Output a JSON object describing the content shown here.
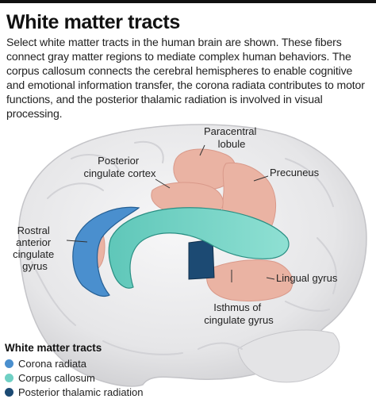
{
  "title": "White matter tracts",
  "caption": "Select white matter tracts in the human brain are shown. These fibers connect gray matter regions to mediate complex human behaviors. The corpus callosum connects the cerebral hemispheres to enable cognitive and emotional information transfer, the corona radiata contributes to motor functions, and the posterior thalamic radiation is involved in visual processing.",
  "labels": {
    "paracentral": [
      "Paracentral",
      "lobule"
    ],
    "posterior_cingulate": [
      "Posterior",
      "cingulate cortex"
    ],
    "precuneus": [
      "Precuneus"
    ],
    "rostral": [
      "Rostral",
      "anterior",
      "cingulate",
      "gyrus"
    ],
    "lingual": [
      "Lingual gyrus"
    ],
    "isthmus": [
      "Isthmus of",
      "cingulate gyrus"
    ]
  },
  "legend": {
    "title": "White matter tracts",
    "items": [
      {
        "label": "Corona radiata",
        "color": "#4a8fce"
      },
      {
        "label": "Corpus callosum",
        "color": "#6fd0c4"
      },
      {
        "label": "Posterior thalamic radiation",
        "color": "#1c4a73"
      }
    ]
  },
  "colors": {
    "gray_matter_region": "#eab3a3",
    "corona_radiata": "#4a8fce",
    "corpus_callosum": "#7fd9cc",
    "posterior_thalamic_radiation": "#1c4a73",
    "brain": "#ececed"
  }
}
